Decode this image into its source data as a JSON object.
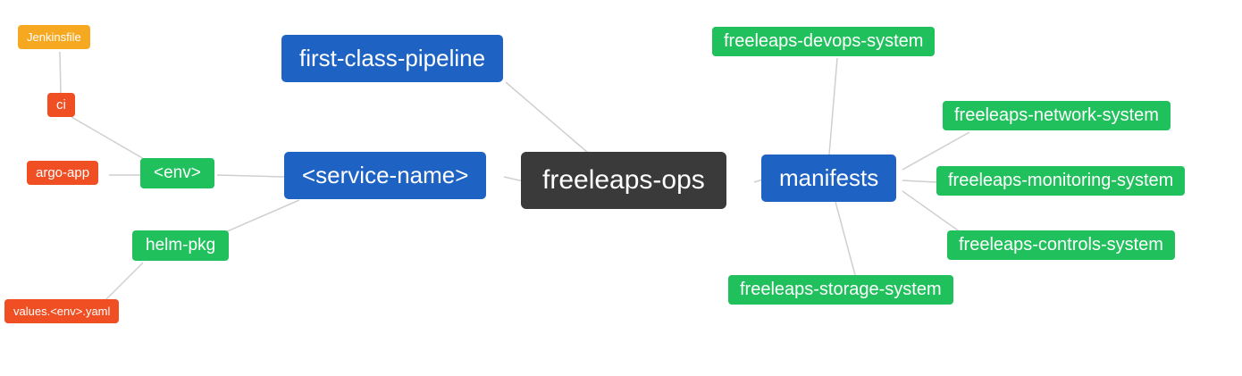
{
  "diagram": {
    "title": "freeleaps-ops mind map",
    "colors": {
      "root": "#3a3a3a",
      "primary_branch": "#1e63c4",
      "secondary_branch": "#20c05c",
      "leaf_red": "#f04e23",
      "leaf_amber": "#f6a821",
      "edge": "#cfcfcf",
      "background": "#ffffff",
      "text": "#ffffff"
    },
    "nodes": [
      {
        "id": "jenkinsfile",
        "label": "Jenkinsfile",
        "color": "#f6a821"
      },
      {
        "id": "ci",
        "label": "ci",
        "color": "#f04e23"
      },
      {
        "id": "argo-app",
        "label": "argo-app",
        "color": "#f04e23"
      },
      {
        "id": "env",
        "label": "<env>",
        "color": "#20c05c"
      },
      {
        "id": "helm-pkg",
        "label": "helm-pkg",
        "color": "#20c05c"
      },
      {
        "id": "values-env-yaml",
        "label": "values.<env>.yaml",
        "color": "#f04e23"
      },
      {
        "id": "first-class-pipeline",
        "label": "first-class-pipeline",
        "color": "#1e63c4"
      },
      {
        "id": "service-name",
        "label": "<service-name>",
        "color": "#1e63c4"
      },
      {
        "id": "freeleaps-ops",
        "label": "freeleaps-ops",
        "color": "#3a3a3a"
      },
      {
        "id": "manifests",
        "label": "manifests",
        "color": "#1e63c4"
      },
      {
        "id": "devops-system",
        "label": "freeleaps-devops-system",
        "color": "#20c05c"
      },
      {
        "id": "network-system",
        "label": "freeleaps-network-system",
        "color": "#20c05c"
      },
      {
        "id": "monitoring-system",
        "label": "freeleaps-monitoring-system",
        "color": "#20c05c"
      },
      {
        "id": "controls-system",
        "label": "freeleaps-controls-system",
        "color": "#20c05c"
      },
      {
        "id": "storage-system",
        "label": "freeleaps-storage-system",
        "color": "#20c05c"
      }
    ],
    "edges": [
      {
        "from": "jenkinsfile",
        "to": "ci"
      },
      {
        "from": "ci",
        "to": "env"
      },
      {
        "from": "argo-app",
        "to": "env"
      },
      {
        "from": "env",
        "to": "service-name"
      },
      {
        "from": "helm-pkg",
        "to": "service-name"
      },
      {
        "from": "values-env-yaml",
        "to": "helm-pkg"
      },
      {
        "from": "service-name",
        "to": "freeleaps-ops"
      },
      {
        "from": "first-class-pipeline",
        "to": "freeleaps-ops"
      },
      {
        "from": "freeleaps-ops",
        "to": "manifests"
      },
      {
        "from": "manifests",
        "to": "devops-system"
      },
      {
        "from": "manifests",
        "to": "network-system"
      },
      {
        "from": "manifests",
        "to": "monitoring-system"
      },
      {
        "from": "manifests",
        "to": "controls-system"
      },
      {
        "from": "manifests",
        "to": "storage-system"
      }
    ]
  }
}
